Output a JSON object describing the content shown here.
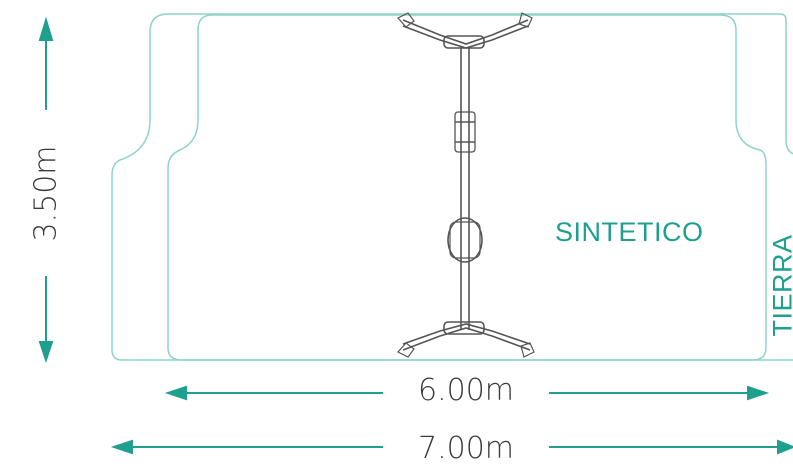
{
  "dimensions": {
    "inner_width": "6.00m",
    "outer_width": "7.00m",
    "height": "3.50m"
  },
  "surfaces": {
    "inner": "SINTETICO",
    "outer": "TIERRA"
  },
  "colors": {
    "outline": "#8fd3c8",
    "arrow": "#1fa08f",
    "text": "#3a3a3a",
    "equipment": "#555555"
  }
}
